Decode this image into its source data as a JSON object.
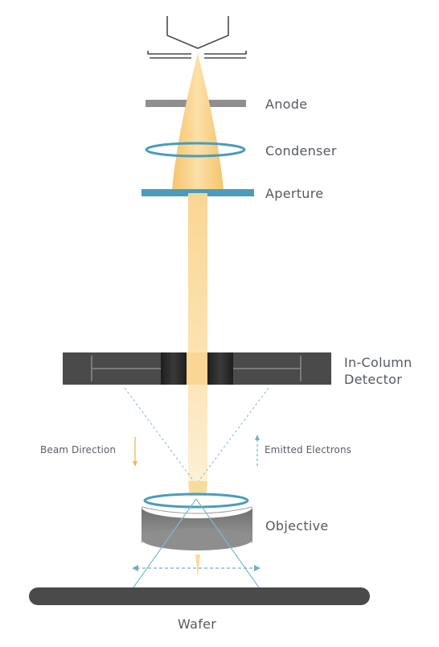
{
  "components": {
    "anode": "Anode",
    "condenser": "Condenser",
    "aperture": "Aperture",
    "detector_line1": "In-Column",
    "detector_line2": "Detector",
    "objective": "Objective",
    "wafer": "Wafer"
  },
  "annotations": {
    "beam_direction": "Beam Direction",
    "emitted_electrons": "Emitted Electrons"
  },
  "colors": {
    "beam": "#f8cf7c",
    "lens_ring": "#4b9cbc",
    "aperture_plate": "#4b9cbc",
    "anode_plate": "#8f8f8f",
    "detector_body": "#4a4a4a",
    "wafer": "#4a4a4a",
    "label_text": "#555a60"
  }
}
